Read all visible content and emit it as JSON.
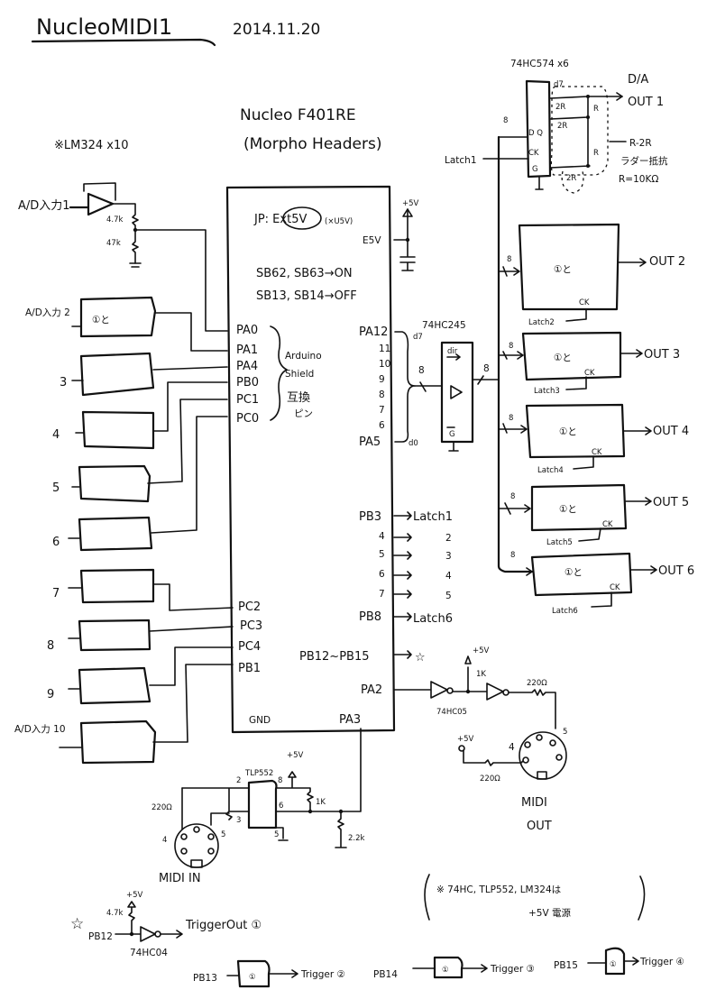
{
  "header": {
    "title": "NucleoMIDI1",
    "date": "2014.11.20"
  },
  "opamp_note": "※LM324 x10",
  "board": {
    "name": "Nucleo F401RE",
    "subtitle": "(Morpho Headers)",
    "jumper": "JP: Ext5V",
    "jumper_alt": "(×U5V)",
    "e5v_label": "E5V",
    "supply": "+5V",
    "solder_on": "SB62, SB63→ON",
    "solder_off": "SB13, SB14→OFF",
    "arduino_note": [
      "Arduino",
      "Shield",
      "互換",
      "ピン"
    ],
    "left_pins": [
      "PA0",
      "PA1",
      "PA4",
      "PB0",
      "PC1",
      "PC0",
      "PC2",
      "PC3",
      "PC4",
      "PB1"
    ],
    "right_data_pins": [
      "PA12",
      "11",
      "10",
      "9",
      "8",
      "7",
      "6",
      "PA5"
    ],
    "data_bus_labels": {
      "top": "d7",
      "bottom": "d0",
      "width": "8"
    },
    "latch_pins": [
      "PB3",
      "4",
      "5",
      "6",
      "7",
      "PB8"
    ],
    "latch_targets": [
      "Latch1",
      "2",
      "3",
      "4",
      "5",
      "Latch6"
    ],
    "trigger_pins": "PB12~PB15",
    "midi_out_pin": "PA2",
    "midi_in_pin": "PA3",
    "gnd": "GND"
  },
  "analog_inputs": {
    "label_1": "A/D入力1",
    "label_2": "A/D入力 2",
    "label_10": "A/D入力 10",
    "channels": [
      "3",
      "4",
      "5",
      "6",
      "7",
      "8",
      "9"
    ],
    "r_top": "4.7k",
    "r_bottom": "47k",
    "same_note": "①と"
  },
  "buffer": {
    "chip": "74HC245",
    "dir_label": "dir",
    "g_label": "G",
    "bus_in": "8",
    "bus_out": "8"
  },
  "dac": {
    "chip": "74HC574 x6",
    "output_title": "D/A",
    "d_label": "D Q",
    "ck_label": "CK",
    "oe_label": "G",
    "latch": "Latch1",
    "bus": "8",
    "ladder_note": [
      "R-2R",
      "ラダー抵抗",
      "R=10KΩ"
    ],
    "r_labels": [
      "2R",
      "2R",
      "2R",
      "R",
      "R"
    ],
    "d7": "d7",
    "outputs": [
      {
        "name": "OUT 1"
      },
      {
        "name": "OUT 2",
        "note": "①と",
        "latch": "Latch2",
        "bus": "8"
      },
      {
        "name": "OUT 3",
        "note": "①と",
        "latch": "Latch3",
        "bus": "8"
      },
      {
        "name": "OUT 4",
        "note": "①と",
        "latch": "Latch4",
        "bus": "8"
      },
      {
        "name": "OUT 5",
        "note": "①と",
        "latch": "Latch5",
        "bus": "8"
      },
      {
        "name": "OUT 6",
        "note": "①と",
        "latch": "Latch6",
        "bus": "8"
      }
    ]
  },
  "midi_out": {
    "supply": "+5V",
    "pullup": "1K",
    "gate": "74HC05",
    "r1": "220Ω",
    "r2": "220Ω",
    "pin4": "4",
    "pin5": "5",
    "label": [
      "MIDI",
      "OUT"
    ]
  },
  "midi_in": {
    "opto": "TLP552",
    "supply": "+5V",
    "r_in": "220Ω",
    "r_pull": "1K",
    "r_down": "2.2k",
    "pins": [
      "2",
      "3",
      "8",
      "6",
      "5"
    ],
    "din_pins": [
      "4",
      "5"
    ],
    "label": "MIDI  IN"
  },
  "note_power": [
    "※ 74HC, TLP552, LM324は",
    "+5V 電源"
  ],
  "triggers": {
    "star": "☆",
    "pull_r": "4.7k",
    "supply": "+5V",
    "gate": "74HC04",
    "items": [
      {
        "pin": "PB12",
        "out": "TriggerOut ①"
      },
      {
        "pin": "PB13",
        "note": "①",
        "out": "Trigger ②"
      },
      {
        "pin": "PB14",
        "note": "①",
        "out": "Trigger ③"
      },
      {
        "pin": "PB15",
        "note": "①",
        "out": "Trigger ④"
      }
    ]
  }
}
